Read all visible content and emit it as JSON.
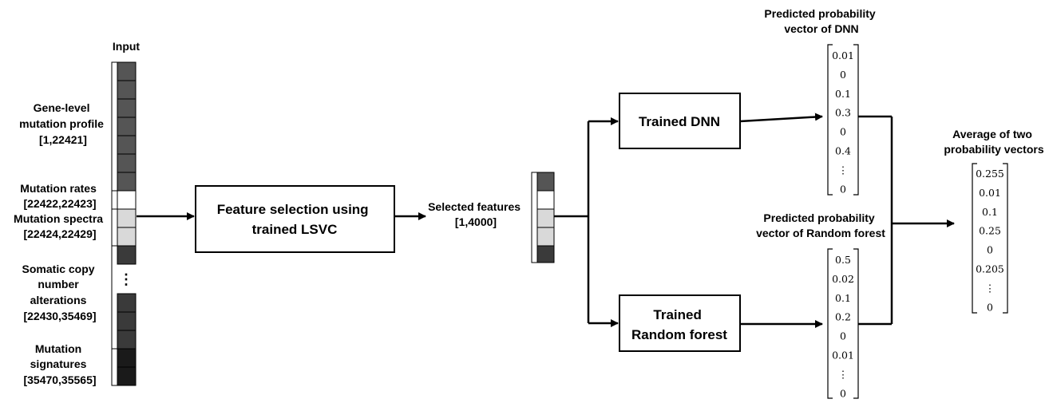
{
  "input": {
    "title": "Input",
    "segments": [
      {
        "label_lines": [
          "Gene-level",
          "mutation profile",
          "[1,22421]"
        ],
        "color": "#555555"
      },
      {
        "label_lines": [
          "Mutation rates",
          "[22422,22423]"
        ],
        "color": "#ffffff"
      },
      {
        "label_lines": [
          "Mutation spectra",
          "[22424,22429]"
        ],
        "color": "#d9d9d9"
      },
      {
        "label_lines": [
          "Somatic copy",
          "number",
          "alterations",
          "[22430,35469]"
        ],
        "color": "#3a3a3a"
      },
      {
        "label_lines": [
          "Mutation",
          "signatures",
          "[35470,35565]"
        ],
        "color": "#1a1a1a"
      }
    ],
    "ellipsis": "⋮"
  },
  "lsvc_box": {
    "lines": [
      "Feature selection using",
      "trained LSVC"
    ]
  },
  "selected": {
    "lines": [
      "Selected features",
      "[1,4000]"
    ]
  },
  "dnn_box": {
    "label": "Trained DNN"
  },
  "rf_box": {
    "lines": [
      "Trained",
      "Random forest"
    ]
  },
  "dnn_vector": {
    "title_lines": [
      "Predicted probability",
      "vector of DNN"
    ],
    "values": [
      "0.01",
      "0",
      "0.1",
      "0.3",
      "0",
      "0.4",
      "⋮",
      "0"
    ],
    "highlight": [
      3,
      5
    ]
  },
  "rf_vector": {
    "title_lines": [
      "Predicted probability",
      "vector of Random forest"
    ],
    "values": [
      "0.5",
      "0.02",
      "0.1",
      "0.2",
      "0",
      "0.01",
      "⋮",
      "0"
    ],
    "highlight": [
      0,
      3
    ]
  },
  "avg_vector": {
    "title_lines": [
      "Average of two",
      "probability vectors"
    ],
    "values": [
      "0.255",
      "0.01",
      "0.1",
      "0.25",
      "0",
      "0.205",
      "⋮",
      "0"
    ],
    "highlight": [
      0,
      3
    ]
  },
  "colors": {
    "highlight": "#c00000",
    "line": "#000000"
  }
}
